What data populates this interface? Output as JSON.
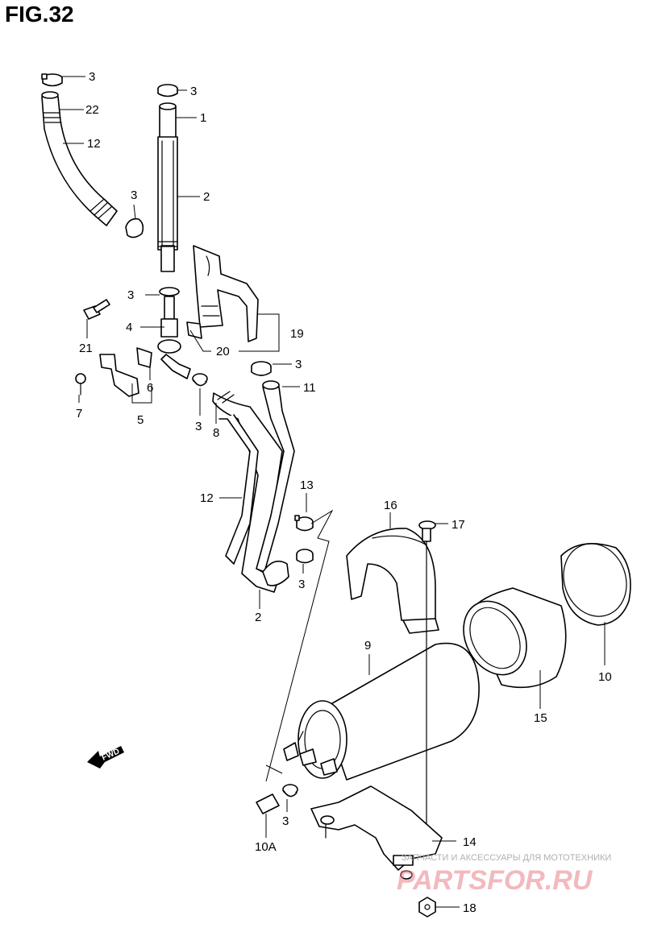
{
  "figure_title": "FIG.32",
  "fwd_label": "FWD",
  "callouts": [
    "3",
    "22",
    "12",
    "3",
    "1",
    "2",
    "3",
    "3",
    "21",
    "4",
    "20",
    "19",
    "3",
    "11",
    "6",
    "7",
    "5",
    "3",
    "8",
    "12",
    "13",
    "3",
    "2",
    "16",
    "17",
    "10",
    "9",
    "15",
    "3",
    "10A",
    "14",
    "18"
  ],
  "watermark": {
    "text": "ЗАПЧАСТИ И АКСЕССУАРЫ ДЛЯ МОТОТЕХНИКИ",
    "logo": "PARTSFOR.RU"
  }
}
